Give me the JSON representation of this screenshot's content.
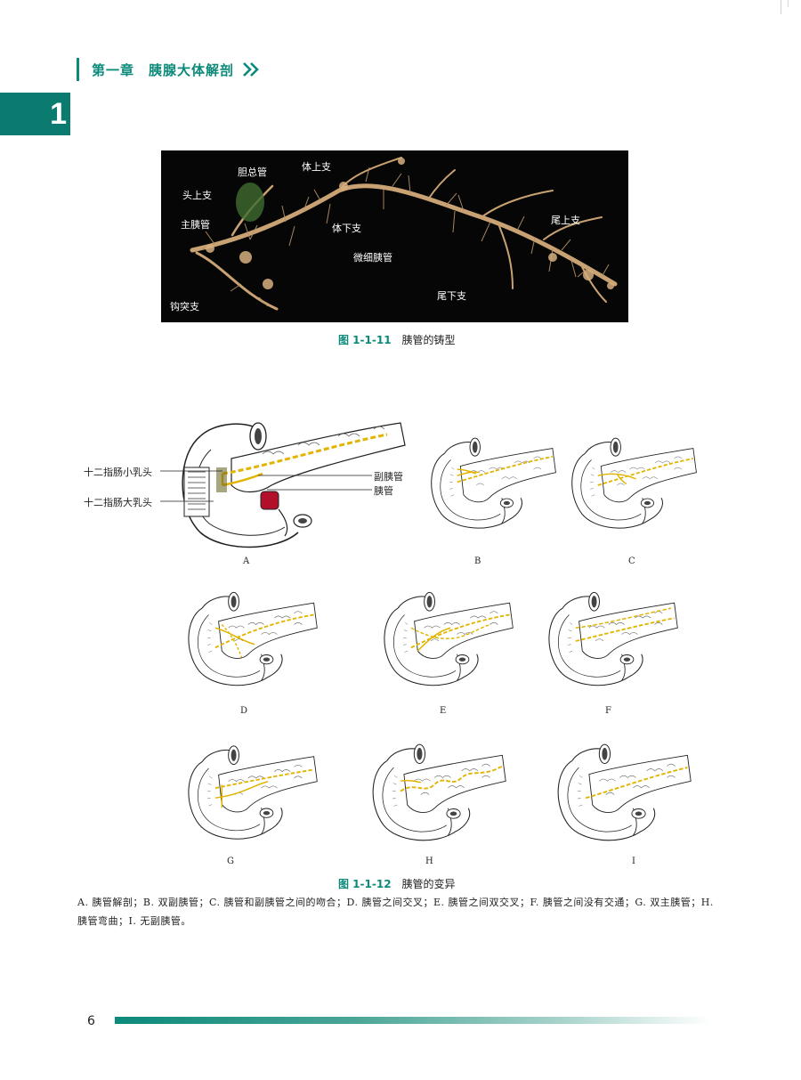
{
  "header": {
    "chapter_title": "第一章　胰腺大体解剖",
    "chapter_number": "1",
    "accent_color": "#0b8a7a"
  },
  "figure1": {
    "labels": {
      "bile_duct": "胆总管",
      "head_upper": "头上支",
      "main_duct": "主胰管",
      "body_upper": "体上支",
      "body_lower": "体下支",
      "tiny_duct": "微细胰管",
      "tail_upper": "尾上支",
      "tail_lower": "尾下支",
      "uncinate": "钩突支"
    },
    "caption_number": "图 1-1-11",
    "caption_text": "胰管的铸型"
  },
  "figure2": {
    "left_labels": {
      "minor_papilla": "十二指肠小乳头",
      "major_papilla": "十二指肠大乳头"
    },
    "right_labels": {
      "accessory_duct": "副胰管",
      "pancreatic_duct": "胰管"
    },
    "panels": [
      "A",
      "B",
      "C",
      "D",
      "E",
      "F",
      "G",
      "H",
      "I"
    ],
    "caption_number": "图 1-1-12",
    "caption_text": "胰管的变异",
    "legend": "A. 胰管解剖；B. 双副胰管；C. 胰管和副胰管之间的吻合；D. 胰管之间交叉；E. 胰管之间双交叉；F. 胰管之间没有交通；G. 双主胰管；H. 胰管弯曲；I. 无副胰管。"
  },
  "footer": {
    "page_number": "6"
  }
}
